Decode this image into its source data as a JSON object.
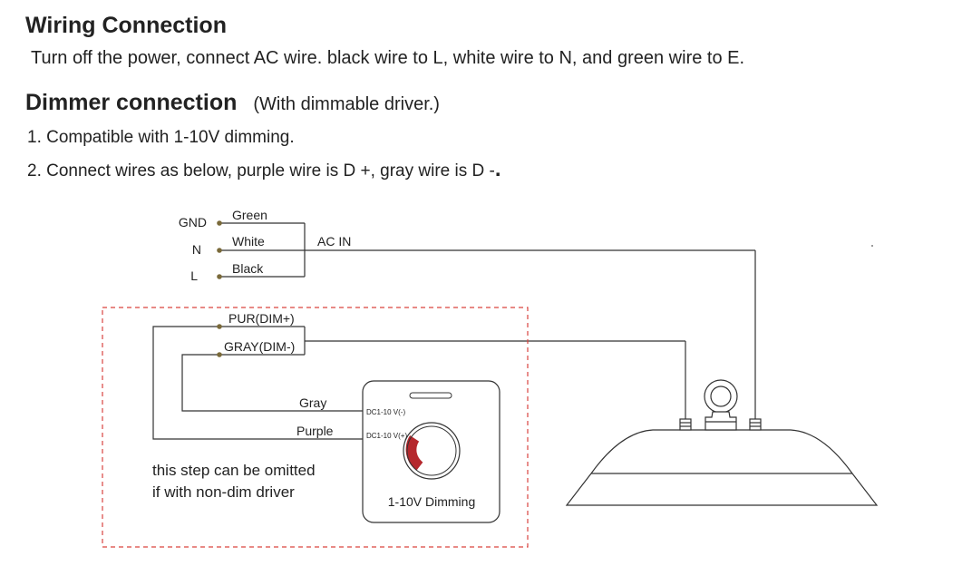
{
  "wiring": {
    "title": "Wiring Connection",
    "text": "Turn off the power, connect AC wire. black wire to L, white wire to N, and green wire to E."
  },
  "dimmer": {
    "title": "Dimmer connection",
    "subtitle": "(With dimmable driver.)",
    "items": [
      "1. Compatible with 1-10V dimming.",
      "2. Connect wires as below, purple wire is D +, gray wire is D -"
    ]
  },
  "diagram": {
    "terminals": [
      "GND",
      "N",
      "L"
    ],
    "wires": [
      "Green",
      "White",
      "Black"
    ],
    "ac_label": "AC IN",
    "dim_plus": "PUR(DIM+)",
    "dim_minus": "GRAY(DIM-)",
    "gray_label": "Gray",
    "purple_label": "Purple",
    "note_line1": "this step can be omitted",
    "note_line2": "if with non-dim driver",
    "dimmer_minus": "DC1-10 V(-)",
    "dimmer_plus": "DC1-10 V(+)",
    "dimmer_title": "1-10V Dimming",
    "colors": {
      "line": "#333333",
      "dashed_box": "#d9443f",
      "knob_red": "#b5282d",
      "terminal_dot": "#7a6a3a"
    }
  }
}
